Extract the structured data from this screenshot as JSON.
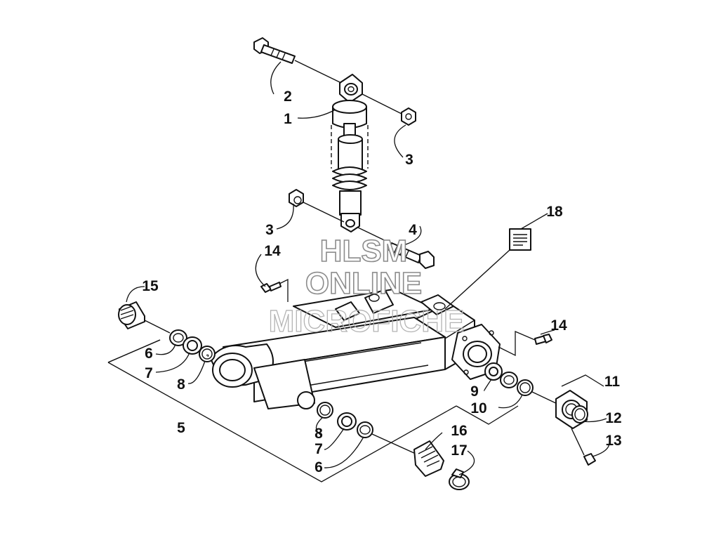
{
  "watermark": {
    "line1": "HLSM",
    "line2": "ONLINE",
    "line3": "MICROFICHE"
  },
  "callouts": {
    "c1": "1",
    "c2": "2",
    "c3a": "3",
    "c3b": "3",
    "c4": "4",
    "c5": "5",
    "c6a": "6",
    "c6b": "6",
    "c7a": "7",
    "c7b": "7",
    "c8a": "8",
    "c8b": "8",
    "c9": "9",
    "c10": "10",
    "c11": "11",
    "c12": "12",
    "c13": "13",
    "c14a": "14",
    "c14b": "14",
    "c15": "15",
    "c16": "16",
    "c17": "17",
    "c18": "18"
  }
}
